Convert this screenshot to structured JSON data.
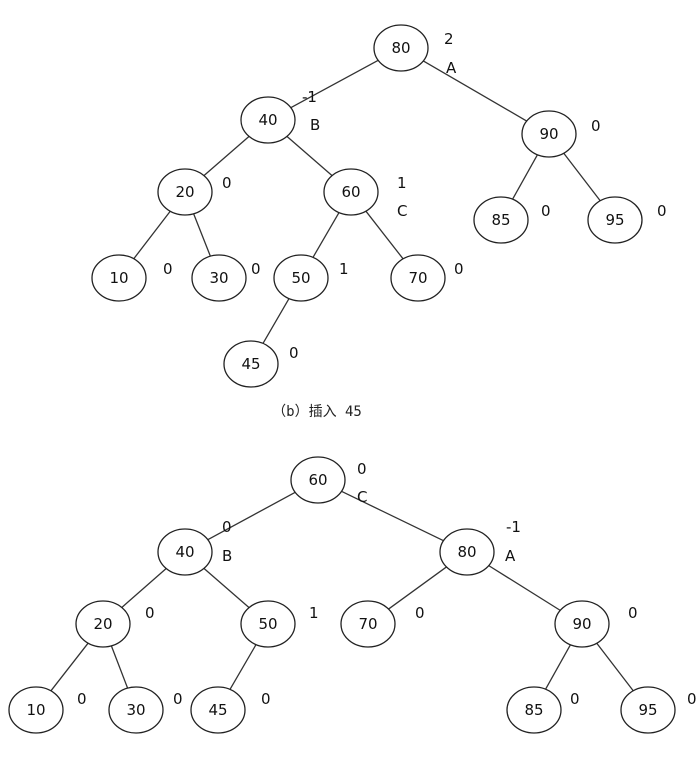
{
  "diagrams": [
    {
      "caption": "（b）插入 45",
      "nodes": [
        {
          "id": "80",
          "label": "80",
          "balance": "2",
          "tag": "A"
        },
        {
          "id": "40",
          "label": "40",
          "balance": "-1",
          "tag": "B"
        },
        {
          "id": "90",
          "label": "90",
          "balance": "0",
          "tag": ""
        },
        {
          "id": "20",
          "label": "20",
          "balance": "0",
          "tag": ""
        },
        {
          "id": "60",
          "label": "60",
          "balance": "1",
          "tag": "C"
        },
        {
          "id": "85",
          "label": "85",
          "balance": "0",
          "tag": ""
        },
        {
          "id": "95",
          "label": "95",
          "balance": "0",
          "tag": ""
        },
        {
          "id": "10",
          "label": "10",
          "balance": "0",
          "tag": ""
        },
        {
          "id": "30",
          "label": "30",
          "balance": "0",
          "tag": ""
        },
        {
          "id": "50",
          "label": "50",
          "balance": "1",
          "tag": ""
        },
        {
          "id": "70",
          "label": "70",
          "balance": "0",
          "tag": ""
        },
        {
          "id": "45",
          "label": "45",
          "balance": "0",
          "tag": ""
        }
      ],
      "edges": [
        [
          "80",
          "40"
        ],
        [
          "80",
          "90"
        ],
        [
          "40",
          "20"
        ],
        [
          "40",
          "60"
        ],
        [
          "90",
          "85"
        ],
        [
          "90",
          "95"
        ],
        [
          "20",
          "10"
        ],
        [
          "20",
          "30"
        ],
        [
          "60",
          "50"
        ],
        [
          "60",
          "70"
        ],
        [
          "50",
          "45"
        ]
      ]
    },
    {
      "caption": "",
      "nodes": [
        {
          "id": "60",
          "label": "60",
          "balance": "0",
          "tag": "C"
        },
        {
          "id": "40",
          "label": "40",
          "balance": "0",
          "tag": "B"
        },
        {
          "id": "80",
          "label": "80",
          "balance": "-1",
          "tag": "A"
        },
        {
          "id": "20",
          "label": "20",
          "balance": "0",
          "tag": ""
        },
        {
          "id": "50",
          "label": "50",
          "balance": "1",
          "tag": ""
        },
        {
          "id": "70",
          "label": "70",
          "balance": "0",
          "tag": ""
        },
        {
          "id": "90",
          "label": "90",
          "balance": "0",
          "tag": ""
        },
        {
          "id": "10",
          "label": "10",
          "balance": "0",
          "tag": ""
        },
        {
          "id": "30",
          "label": "30",
          "balance": "0",
          "tag": ""
        },
        {
          "id": "45",
          "label": "45",
          "balance": "0",
          "tag": ""
        },
        {
          "id": "85",
          "label": "85",
          "balance": "0",
          "tag": ""
        },
        {
          "id": "95",
          "label": "95",
          "balance": "0",
          "tag": ""
        }
      ],
      "edges": [
        [
          "60",
          "40"
        ],
        [
          "60",
          "80"
        ],
        [
          "40",
          "20"
        ],
        [
          "40",
          "50"
        ],
        [
          "80",
          "70"
        ],
        [
          "80",
          "90"
        ],
        [
          "20",
          "10"
        ],
        [
          "20",
          "30"
        ],
        [
          "50",
          "45"
        ],
        [
          "90",
          "85"
        ],
        [
          "90",
          "95"
        ]
      ]
    }
  ]
}
